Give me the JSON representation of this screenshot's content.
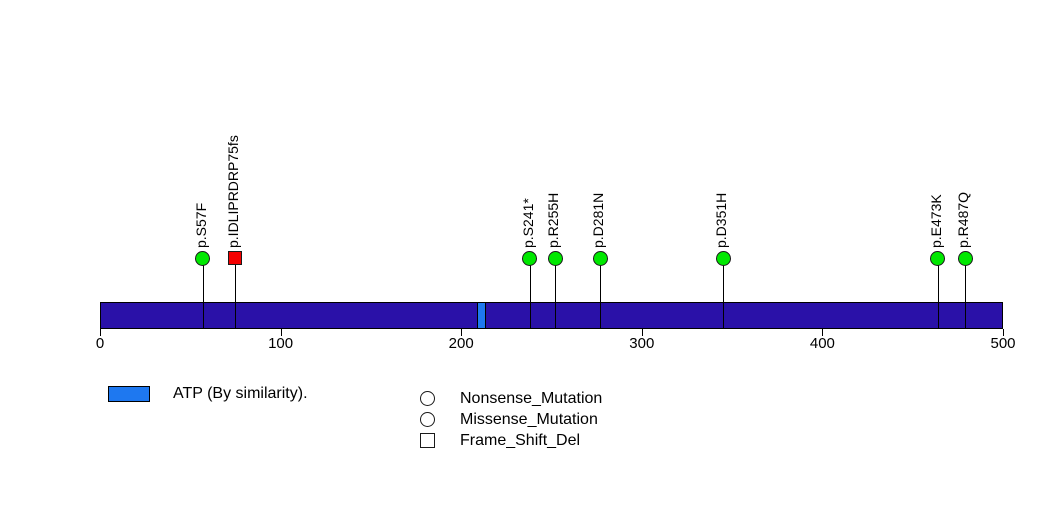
{
  "chart_data": {
    "type": "lollipop",
    "title": "",
    "xlabel": "",
    "ylabel": "",
    "xlim": [
      0,
      500
    ],
    "axis_ticks": [
      0,
      100,
      200,
      300,
      400,
      500
    ],
    "protein_length": 500,
    "protein_color": "#2A11A8",
    "domains": [
      {
        "name": "ATP (By similarity).",
        "start": 209,
        "end": 214,
        "color": "#1E78F0"
      }
    ],
    "mutations": [
      {
        "label": "p.S57F",
        "position": 57,
        "type": "Missense_Mutation",
        "shape": "circle",
        "color": "#00E800"
      },
      {
        "label": "p.IDLIPRDRP75fs",
        "position": 75,
        "type": "Frame_Shift_Del",
        "shape": "square",
        "color": "#F50000"
      },
      {
        "label": "p.S241*",
        "position": 238,
        "type": "Nonsense_Mutation",
        "shape": "circle",
        "color": "#00E800"
      },
      {
        "label": "p.R255H",
        "position": 252,
        "type": "Missense_Mutation",
        "shape": "circle",
        "color": "#00E800"
      },
      {
        "label": "p.D281N",
        "position": 277,
        "type": "Missense_Mutation",
        "shape": "circle",
        "color": "#00E800"
      },
      {
        "label": "p.D351H",
        "position": 345,
        "type": "Missense_Mutation",
        "shape": "circle",
        "color": "#00E800"
      },
      {
        "label": "p.E473K",
        "position": 464,
        "type": "Missense_Mutation",
        "shape": "circle",
        "color": "#00E800"
      },
      {
        "label": "p.R487Q",
        "position": 479,
        "type": "Missense_Mutation",
        "shape": "circle",
        "color": "#00E800"
      }
    ]
  },
  "domain_legend": {
    "items": [
      {
        "label": "ATP (By similarity).",
        "color": "#1E78F0"
      }
    ]
  },
  "mutation_legend": {
    "items": [
      {
        "label": "Nonsense_Mutation",
        "shape": "circle",
        "color": "#00E800"
      },
      {
        "label": "Missense_Mutation",
        "shape": "circle",
        "color": "#00E800"
      },
      {
        "label": "Frame_Shift_Del",
        "shape": "square",
        "color": "#F50000"
      }
    ]
  }
}
